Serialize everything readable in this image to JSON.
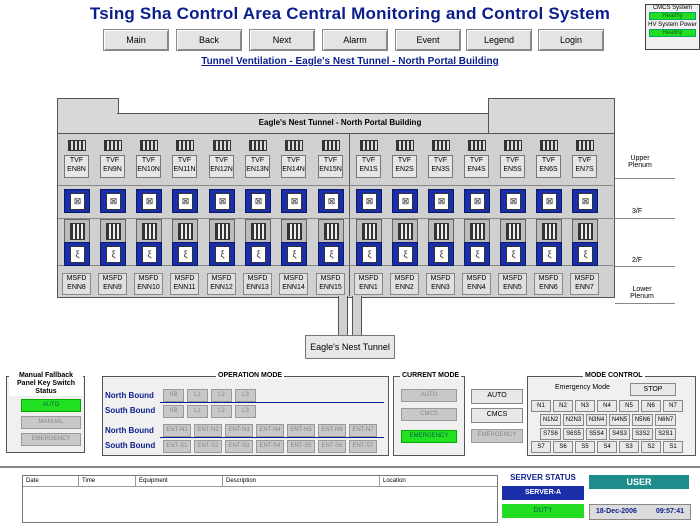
{
  "header": {
    "title": "Tsing Sha Control Area Central Monitoring and Control System",
    "subtitle": "Tunnel Ventilation - Eagle's Nest Tunnel - North Portal Building"
  },
  "status_box": {
    "cmcs_label": "CMCS System",
    "cmcs_status": "Healthy",
    "hv_label": "HV System Power",
    "hv_status": "Healthy"
  },
  "nav": [
    "Main",
    "Back",
    "Next",
    "Alarm",
    "Event",
    "Legend",
    "Login"
  ],
  "building": {
    "title": "Eagle's Nest Tunnel - North Portal Building",
    "tvf_prefix": "TVF",
    "tvf": [
      "EN8N",
      "EN9N",
      "EN10N",
      "EN11N",
      "EN12N",
      "EN13N",
      "EN14N",
      "EN15N",
      "EN1S",
      "EN2S",
      "EN3S",
      "EN4S",
      "EN5S",
      "EN6S",
      "EN7S"
    ],
    "msfd_prefix": "MSFD",
    "msfd": [
      "ENN8",
      "ENN9",
      "ENN10",
      "ENN11",
      "ENN12",
      "ENN13",
      "ENN14",
      "ENN15",
      "ENN1",
      "ENN2",
      "ENN3",
      "ENN4",
      "ENN5",
      "ENN6",
      "ENN7"
    ],
    "levels": [
      "Upper Plenum",
      "3/F",
      "2/F",
      "Lower Plenum"
    ],
    "tunnel_button": "Eagle's Nest Tunnel"
  },
  "fallback_panel": {
    "title": "Manual Fallback Panel Key Switch Status",
    "buttons": [
      "AUTO",
      "MANUAL",
      "EMERGENCY"
    ]
  },
  "operation_mode": {
    "title": "OPERATION MODE",
    "north_bound": "North Bound",
    "south_bound": "South Bound",
    "nb_row1": [
      "SB",
      "L1",
      "L2",
      "L3"
    ],
    "sb_row1": [
      "SB",
      "L1",
      "L2",
      "L3"
    ],
    "nb_row2": [
      "ENT-N1",
      "ENT-N2",
      "ENT-N3",
      "ENT-N4",
      "ENT-N5",
      "ENT-N6",
      "ENT-N7"
    ],
    "sb_row2": [
      "ENT-S1",
      "ENT-S2",
      "ENT-S3",
      "ENT-S4",
      "ENT-S5",
      "ENT-S6",
      "ENT-S7"
    ]
  },
  "current_mode": {
    "title": "CURRENT MODE",
    "buttons": [
      "AUTO",
      "CMCS",
      "EMERGENCY"
    ]
  },
  "mode_control": {
    "title": "MODE CONTROL",
    "side_buttons": [
      "AUTO",
      "CMCS",
      "EMERGENCY"
    ],
    "emergency_label": "Emergency Mode",
    "stop": "STOP",
    "row1": [
      "N1",
      "N2",
      "N3",
      "N4",
      "N5",
      "N6",
      "N7"
    ],
    "row2": [
      "N1N2",
      "N2N3",
      "N3N4",
      "N4N5",
      "N5N6",
      "N6N7"
    ],
    "row3": [
      "S7S6",
      "S6S5",
      "S5S4",
      "S4S3",
      "S3S2",
      "S2S1"
    ],
    "row4": [
      "S7",
      "S6",
      "S5",
      "S4",
      "S3",
      "S2",
      "S1"
    ]
  },
  "event_table": {
    "columns": [
      "Date",
      "Time",
      "Equipment",
      "Description",
      "Location"
    ]
  },
  "server": {
    "title": "SERVER STATUS",
    "name": "SERVER-A",
    "state": "DUTY"
  },
  "user": {
    "label": "USER",
    "date": "18-Dec-2006",
    "time": "09:57:41"
  },
  "colors": {
    "title_blue": "#0a1e8c",
    "healthy_green": "#22dd22",
    "fan_blue": "#1a2ea8"
  }
}
